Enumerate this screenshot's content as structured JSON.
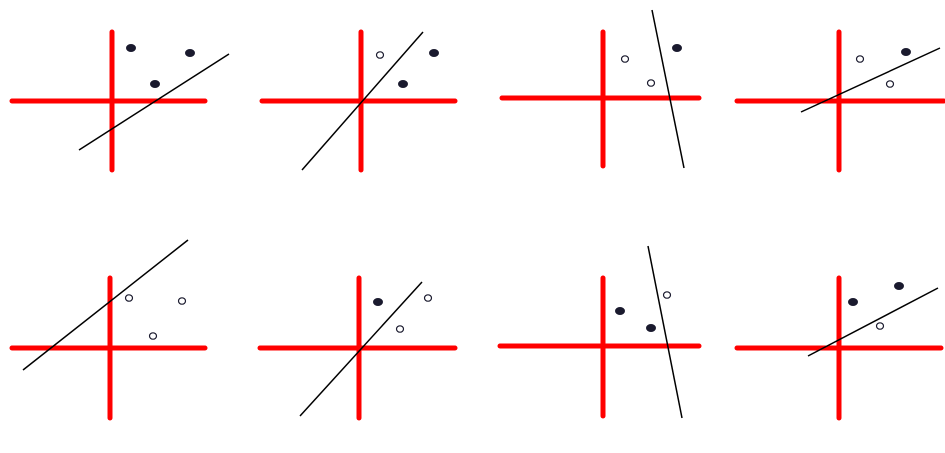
{
  "axes_color": "#ff0000",
  "line_color": "#000000",
  "filled_point_color": "#1a1a2e",
  "hollow_point_fill": "#ffffff",
  "point_style_names": [
    "filled",
    "hollow"
  ],
  "panels": [
    {
      "name": "panel-1",
      "points": [
        "filled",
        "filled",
        "filled"
      ]
    },
    {
      "name": "panel-2",
      "points": [
        "hollow",
        "filled",
        "filled"
      ]
    },
    {
      "name": "panel-3",
      "points": [
        "hollow",
        "hollow",
        "filled"
      ]
    },
    {
      "name": "panel-4",
      "points": [
        "hollow",
        "hollow",
        "filled"
      ]
    },
    {
      "name": "panel-5",
      "points": [
        "hollow",
        "hollow",
        "hollow"
      ]
    },
    {
      "name": "panel-6",
      "points": [
        "filled",
        "hollow",
        "hollow"
      ]
    },
    {
      "name": "panel-7",
      "points": [
        "filled",
        "filled",
        "hollow"
      ]
    },
    {
      "name": "panel-8",
      "points": [
        "filled",
        "hollow",
        "filled"
      ]
    }
  ]
}
